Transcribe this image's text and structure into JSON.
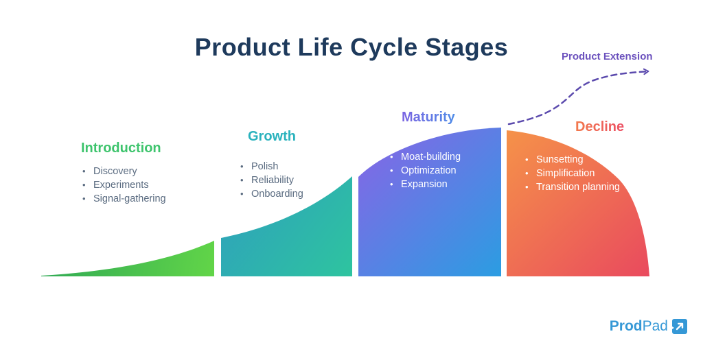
{
  "title": "Product Life Cycle Stages",
  "extension_label": "Product Extension",
  "stages": [
    {
      "name": "Introduction",
      "color": "#3ec46d",
      "items": [
        "Discovery",
        "Experiments",
        "Signal-gathering"
      ]
    },
    {
      "name": "Growth",
      "color": "#29b2bd",
      "items": [
        "Polish",
        "Reliability",
        "Onboarding"
      ]
    },
    {
      "name": "Maturity",
      "color": "#5b7ce4",
      "items": [
        "Moat-building",
        "Optimization",
        "Expansion"
      ]
    },
    {
      "name": "Decline",
      "color": "#ee6352",
      "items": [
        "Sunsetting",
        "Simplification",
        "Transition planning"
      ]
    }
  ],
  "colors": {
    "title_text": "#1e3a5c",
    "bullet_text": "#5a6b80",
    "extension_label": "#6b51bd",
    "extension_arrow": "#5b4aad",
    "intro_gradient": [
      "#2fa955",
      "#62d548"
    ],
    "growth_gradient": [
      "#2f9fbe",
      "#2ec49f"
    ],
    "maturity_gradient": [
      "#8a63e6",
      "#2b9de2"
    ],
    "decline_gradient": [
      "#f59249",
      "#e94a5e"
    ],
    "logo_blue": "#3598d6"
  },
  "logo": {
    "prod": "Prod",
    "pad": "Pad"
  },
  "chart_data": {
    "type": "area",
    "title": "Product Life Cycle Stages",
    "categories": [
      "Introduction",
      "Growth",
      "Maturity",
      "Decline"
    ],
    "relative_peak_heights": [
      0.25,
      0.7,
      1.0,
      0.95
    ],
    "description": "Bell-shaped product life cycle curve split into four colored segments: rising slowly in Introduction, climbing in Growth, peaking in Maturity, falling in Decline",
    "annotation": "Product Extension — dashed arrow continuing up-right from the Maturity/Decline peak",
    "legend_position": "none",
    "grid": false
  }
}
